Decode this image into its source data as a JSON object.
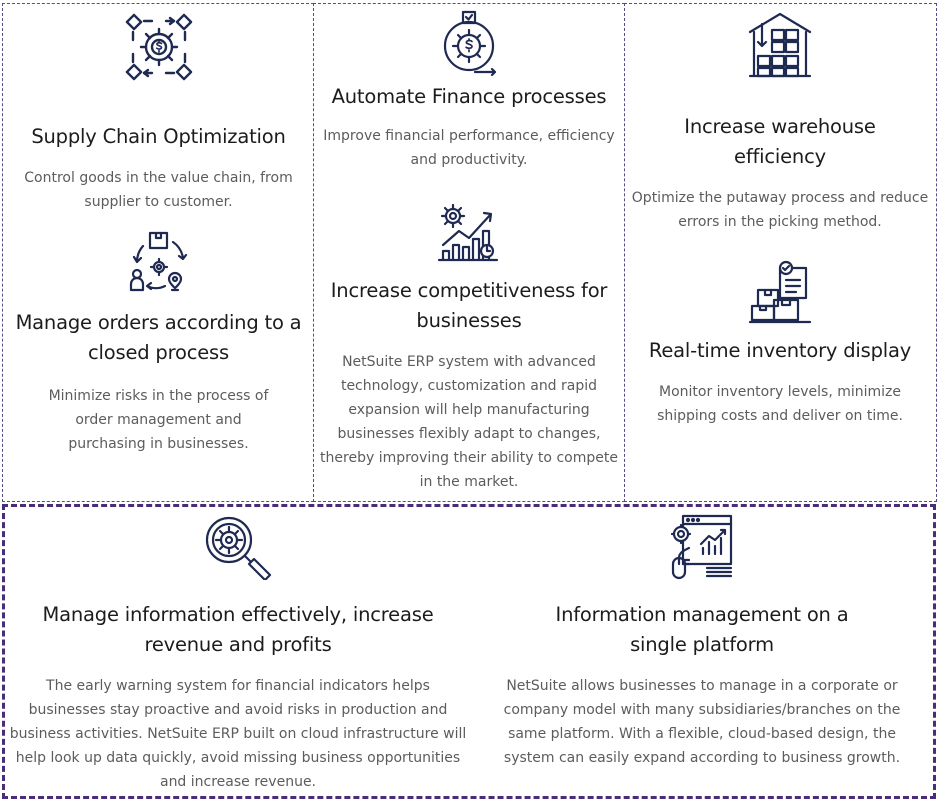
{
  "cards": {
    "supply_chain": {
      "title": "Supply Chain Optimization",
      "description": "Control goods in the value chain, from supplier to customer.",
      "icon": "supply-chain-dollar-gear-icon"
    },
    "manage_orders": {
      "title": "Manage orders according to a closed process",
      "description": "Minimize risks in the process of order management and purchasing in businesses.",
      "icon": "order-cycle-icon"
    },
    "automate_finance": {
      "title": "Automate Finance processes",
      "description": "Improve financial performance, efficiency and productivity.",
      "icon": "finance-automation-icon"
    },
    "competitiveness": {
      "title": "Increase competitiveness for businesses",
      "description": "NetSuite ERP system with advanced technology, customization and rapid expansion will help manufacturing businesses flexibly adapt to changes, thereby improving their ability to compete in the market.",
      "icon": "growth-chart-icon"
    },
    "warehouse": {
      "title": "Increase warehouse efficiency",
      "description": "Optimize the putaway process and reduce errors in the picking method.",
      "icon": "warehouse-icon"
    },
    "inventory": {
      "title": "Real-time inventory display",
      "description": "Monitor inventory levels, minimize shipping costs and deliver on time.",
      "icon": "inventory-boxes-icon"
    },
    "information": {
      "title": "Manage information effectively, increase revenue and profits",
      "description": "The early warning system for financial indicators helps businesses stay proactive and avoid risks in production and business activities. NetSuite ERP built on cloud infrastructure will help look up data quickly, avoid missing business opportunities and increase revenue.",
      "icon": "magnifier-gear-icon"
    },
    "single_platform": {
      "title": "Information management on a single platform",
      "description": "NetSuite allows businesses to manage in a corporate or company model with many subsidiaries/branches on the same platform. With a flexible, cloud-based design, the system can easily expand according to business growth.",
      "icon": "analytics-dashboard-icon"
    }
  },
  "colors": {
    "icon_stroke": "#1f2a52",
    "border_top": "#5a4a8a",
    "border_bottom": "#4a2d7a"
  }
}
